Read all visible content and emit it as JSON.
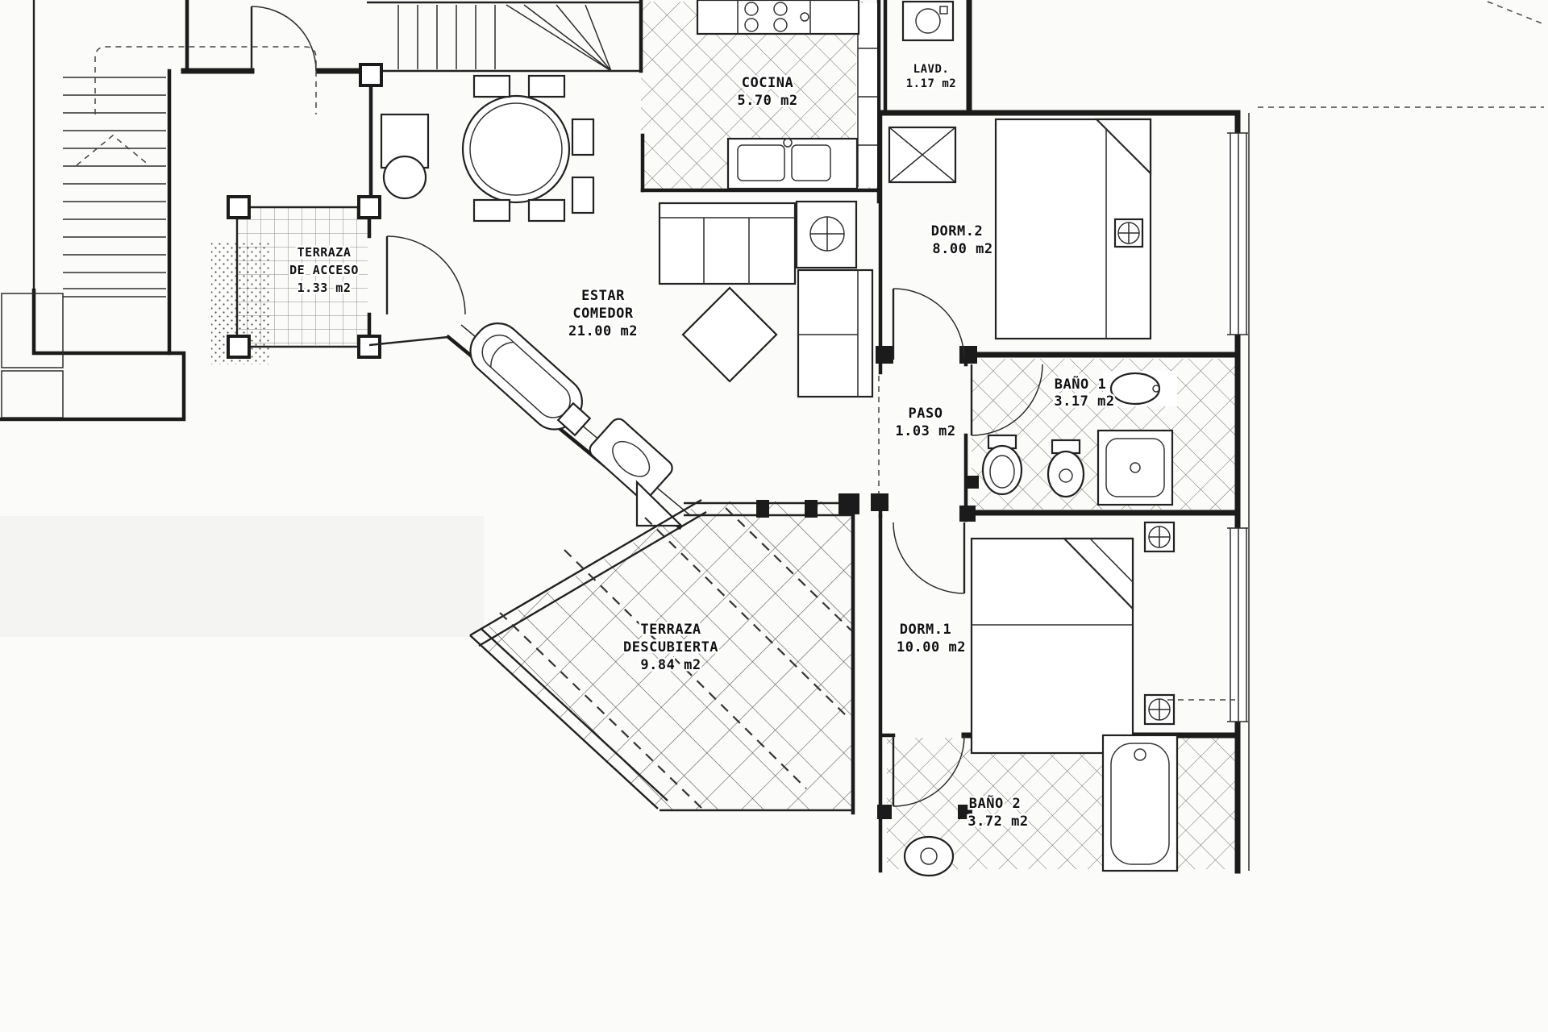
{
  "drawing": {
    "paper_color": "#fbfbfa",
    "ink_color": "#1b1b1b",
    "type": "apartment-floor-plan",
    "rooms": [
      {
        "id": "cocina",
        "name": "COCINA",
        "area": "5.70 m2"
      },
      {
        "id": "lavadero",
        "name": "LAVD.",
        "area": "1.17 m2"
      },
      {
        "id": "dormitorio-2",
        "name": "DORM.2",
        "area": "8.00 m2"
      },
      {
        "id": "terraza-acceso",
        "name": "TERRAZA",
        "name2": "DE ACCESO",
        "area": "1.33 m2"
      },
      {
        "id": "estar-comedor",
        "name": "ESTAR",
        "name2": "COMEDOR",
        "area": "21.00 m2"
      },
      {
        "id": "paso",
        "name": "PASO",
        "area": "1.03 m2"
      },
      {
        "id": "bano-1",
        "name": "BAÑO 1",
        "area": "3.17 m2"
      },
      {
        "id": "terraza-descubierta",
        "name": "TERRAZA",
        "name2": "DESCUBIERTA",
        "area": "9.84 m2"
      },
      {
        "id": "dormitorio-1",
        "name": "DORM.1",
        "area": "10.00 m2"
      },
      {
        "id": "bano-2",
        "name": "BAÑO 2",
        "area": "3.72 m2"
      }
    ]
  }
}
